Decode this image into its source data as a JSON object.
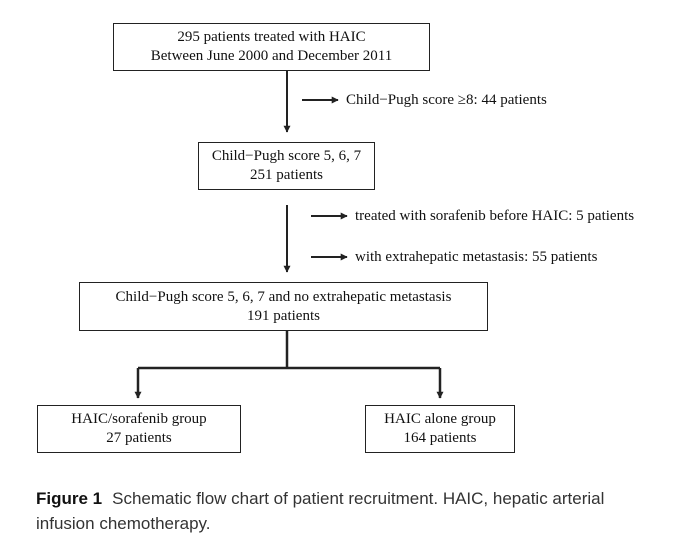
{
  "boxes": {
    "total": {
      "line1": "295 patients treated with HAIC",
      "line2": "Between June 2000 and December 2011"
    },
    "cp_567": {
      "line1": "Child−Pugh score 5, 6, 7",
      "line2": "251 patients"
    },
    "no_metastasis": {
      "line1": "Child−Pugh score 5, 6, 7 and no extrahepatic metastasis",
      "line2": "191 patients"
    },
    "combo_group": {
      "line1": "HAIC/sorafenib group",
      "line2": "27 patients"
    },
    "alone_group": {
      "line1": "HAIC alone group",
      "line2": "164 patients"
    }
  },
  "exclusions": {
    "cp_high": "Child−Pugh score ≥8: 44 patients",
    "sorafenib_before": "treated with sorafenib before HAIC: 5 patients",
    "metastasis": "with extrahepatic metastasis:  55 patients"
  },
  "caption": {
    "label": "Figure 1",
    "text": "Schematic flow chart of patient recruitment. HAIC, hepatic arterial infusion chemotherapy."
  },
  "colors": {
    "line": "#222222",
    "text": "#111111",
    "caption": "#333333"
  }
}
